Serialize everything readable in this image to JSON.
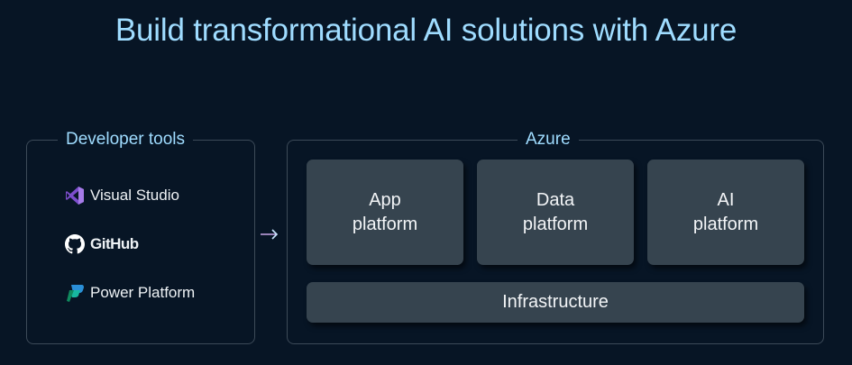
{
  "title": "Build transformational AI solutions with Azure",
  "developer_tools": {
    "heading": "Developer tools",
    "items": [
      {
        "label": "Visual Studio",
        "icon": "visual-studio-icon"
      },
      {
        "label": "GitHub",
        "icon": "github-icon"
      },
      {
        "label": "Power Platform",
        "icon": "power-platform-icon"
      }
    ]
  },
  "connector": {
    "icon": "arrow-right-icon"
  },
  "azure": {
    "heading": "Azure",
    "platforms": [
      {
        "line1": "App",
        "line2": "platform"
      },
      {
        "line1": "Data",
        "line2": "platform"
      },
      {
        "line1": "AI",
        "line2": "platform"
      }
    ],
    "infrastructure": "Infrastructure"
  },
  "colors": {
    "background": "#071525",
    "title": "#9fdcff",
    "tile": "#36444f",
    "border": "#3c4a58",
    "visual_studio": "#8a5bd6",
    "power_platform": "#1fa37a"
  }
}
